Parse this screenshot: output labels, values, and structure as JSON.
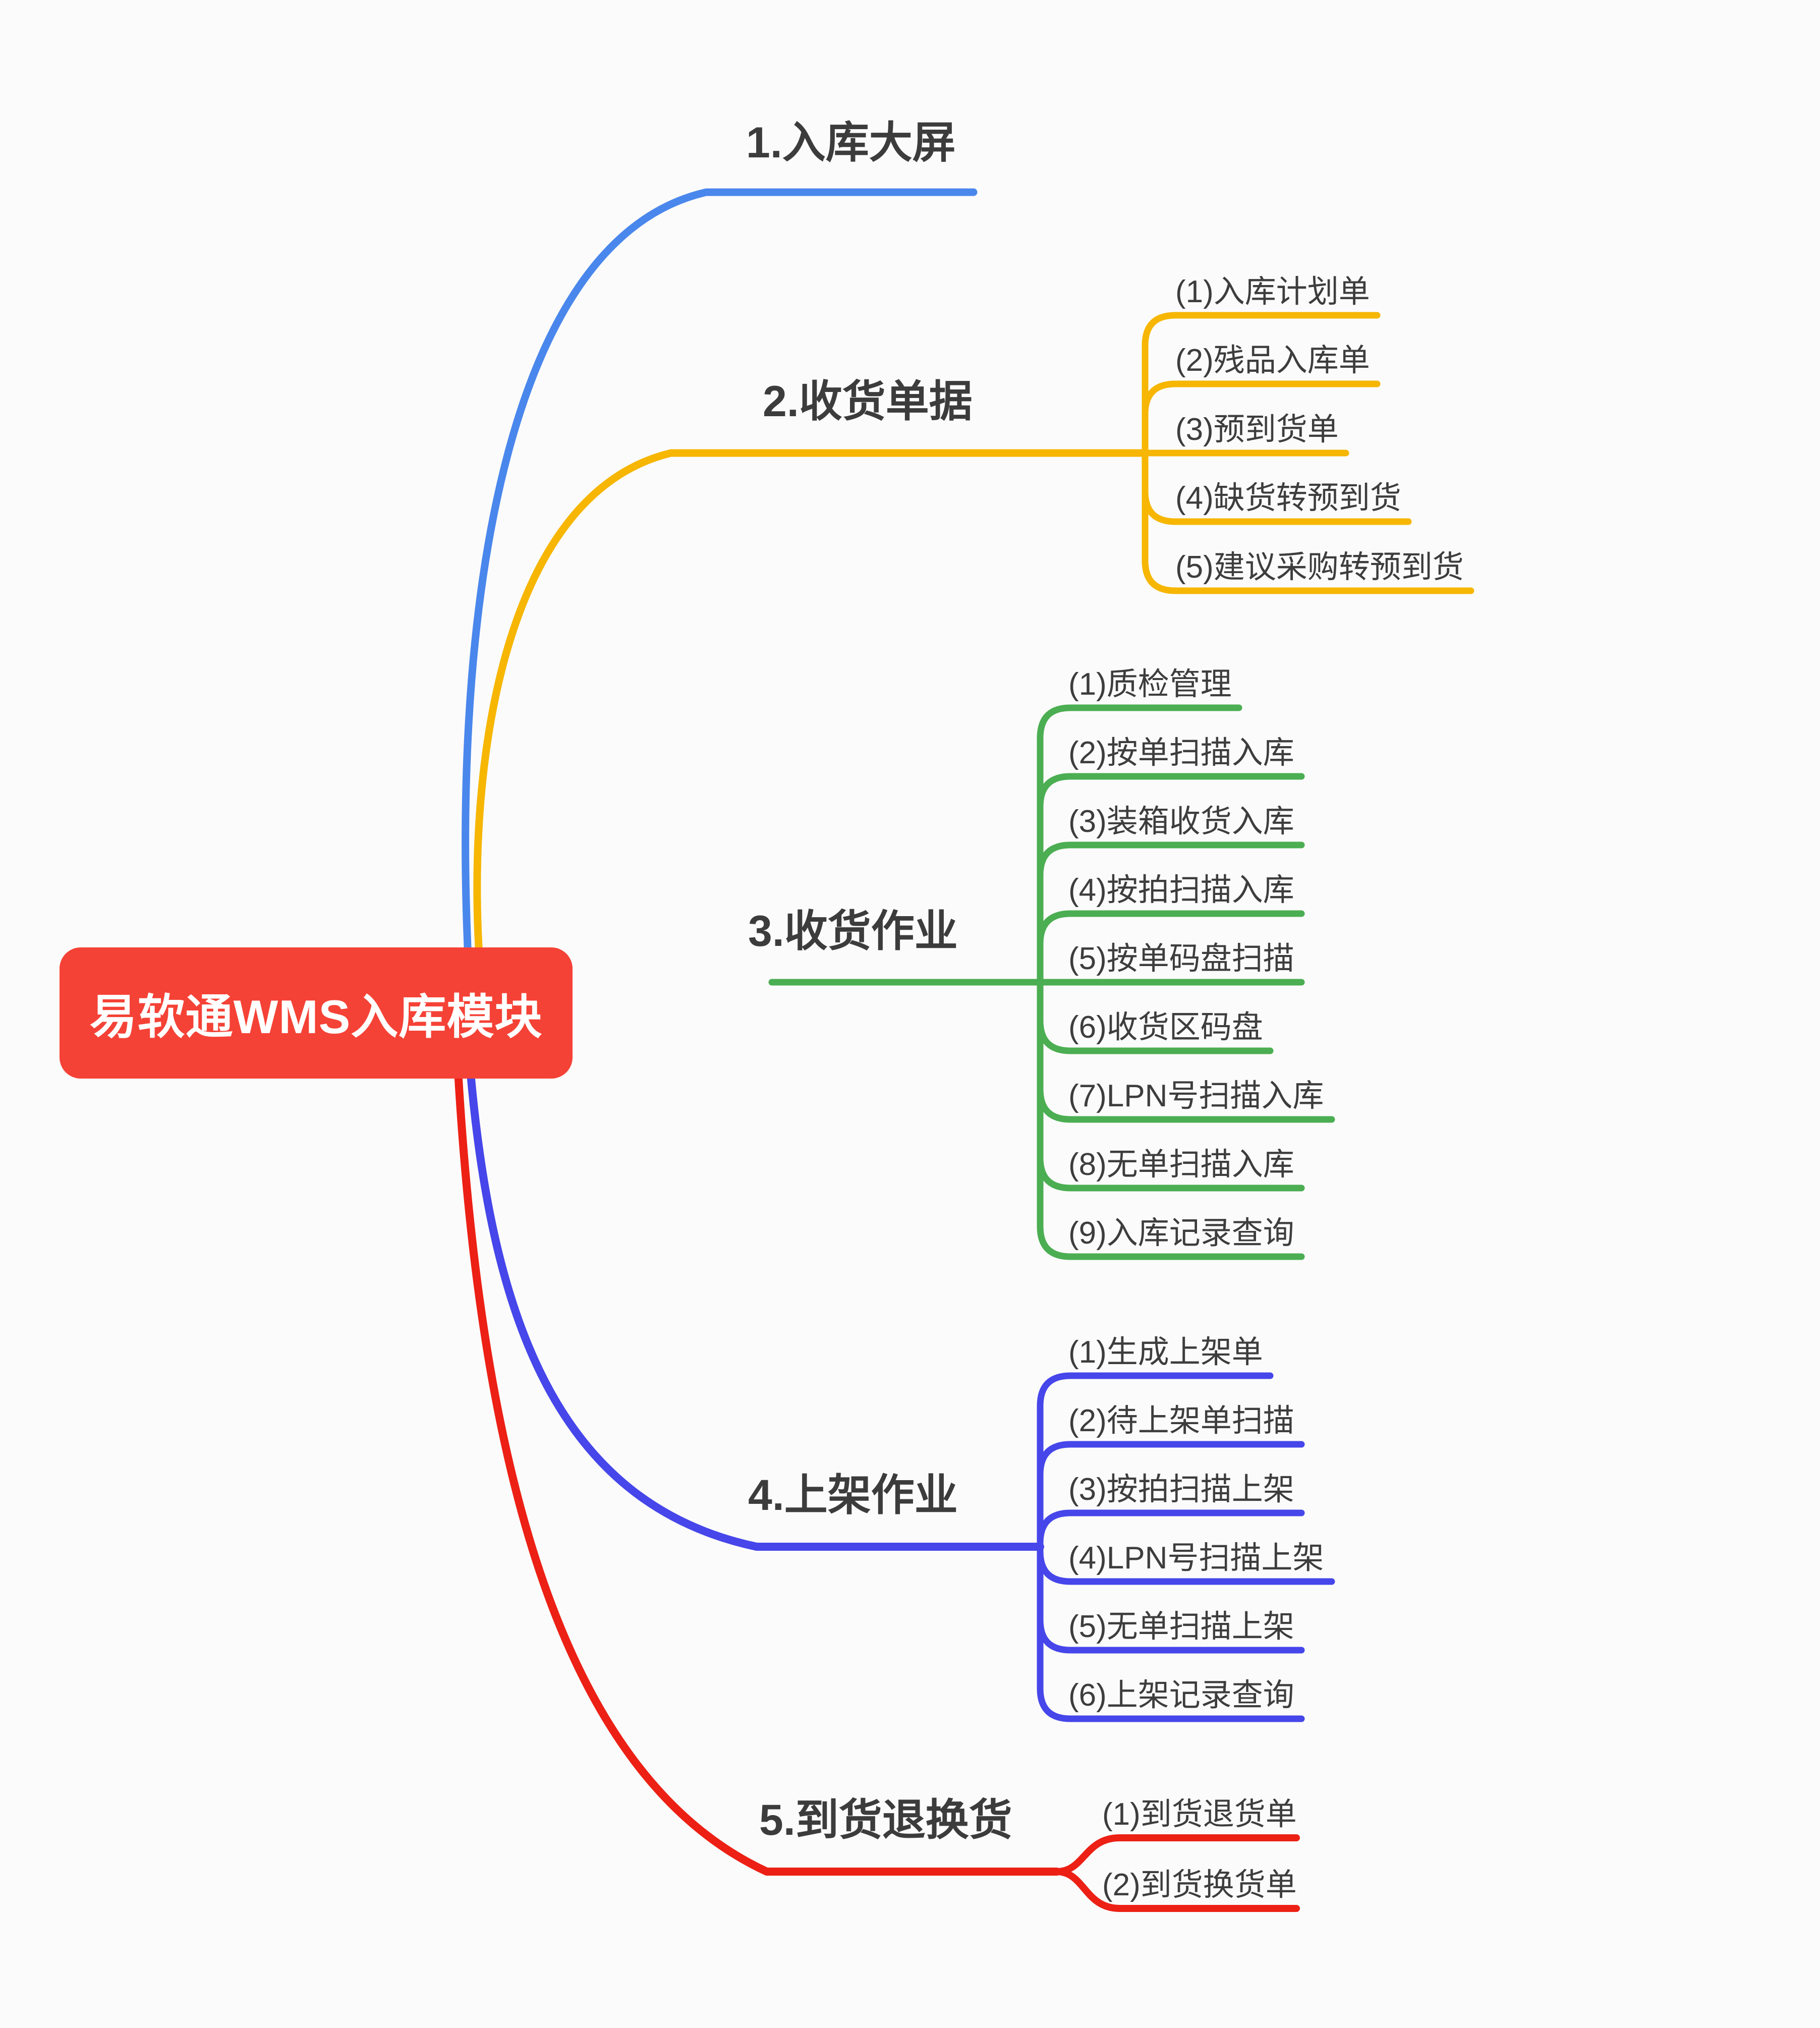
{
  "root": {
    "label": "易软通WMS入库模块",
    "bg_color": "#F54236",
    "text_color": "#FFFFFF"
  },
  "branches": [
    {
      "label": "1.入库大屏",
      "color": "#4A87EC",
      "children": []
    },
    {
      "label": "2.收货单据",
      "color": "#F6B601",
      "children": [
        "(1)入库计划单",
        "(2)残品入库单",
        "(3)预到货单",
        "(4)缺货转预到货",
        "(5)建议采购转预到货"
      ]
    },
    {
      "label": "3.收货作业",
      "color": "#4BAE52",
      "children": [
        "(1)质检管理",
        "(2)按单扫描入库",
        "(3)装箱收货入库",
        "(4)按拍扫描入库",
        "(5)按单码盘扫描",
        "(6)收货区码盘",
        "(7)LPN号扫描入库",
        "(8)无单扫描入库",
        "(9)入库记录查询"
      ]
    },
    {
      "label": "4.上架作业",
      "color": "#4646EA",
      "children": [
        "(1)生成上架单",
        "(2)待上架单扫描",
        "(3)按拍扫描上架",
        "(4)LPN号扫描上架",
        "(5)无单扫描上架",
        "(6)上架记录查询"
      ]
    },
    {
      "label": "5.到货退换货",
      "color": "#EC2015",
      "children": [
        "(1)到货退货单",
        "(2)到货换货单"
      ]
    }
  ],
  "text_color": "#3C3C3C"
}
